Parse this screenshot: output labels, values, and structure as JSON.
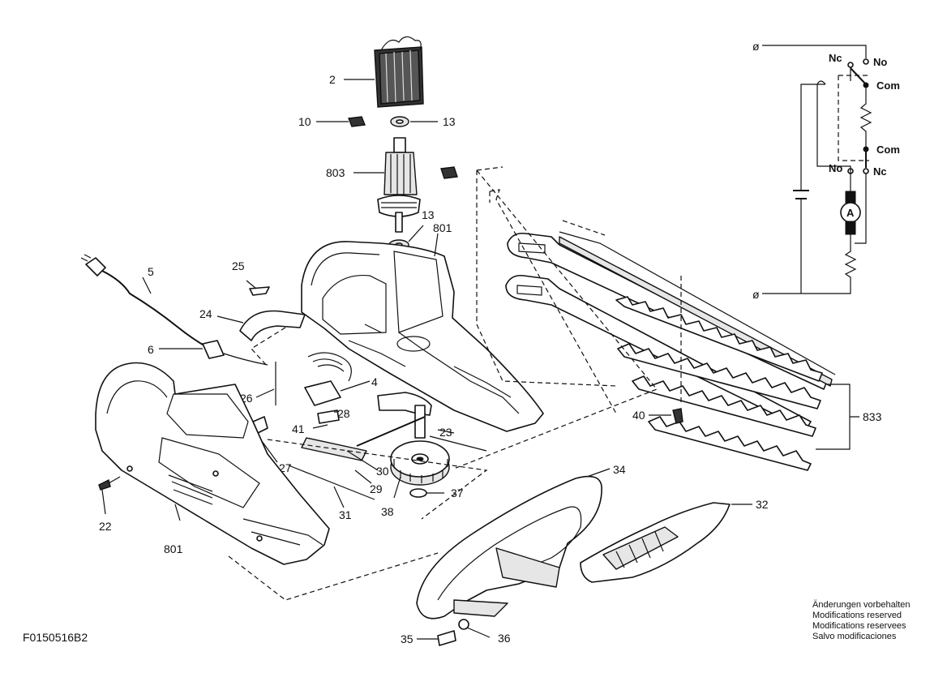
{
  "drawing_code": "F0150516B2",
  "notes": [
    "Änderungen vorbehalten",
    "Modifications reserved",
    "Modifications reservees",
    "Salvo modificaciones"
  ],
  "callouts": {
    "c2": "2",
    "c10": "10",
    "c13a": "13",
    "c13b": "13",
    "c803": "803",
    "c801a": "801",
    "c5": "5",
    "c25": "25",
    "c24": "24",
    "c6": "6",
    "c4": "4",
    "c26": "26",
    "c28": "28",
    "c41": "41",
    "c23": "23",
    "c27": "27",
    "c30": "30",
    "c29": "29",
    "c31": "31",
    "c22": "22",
    "c801b": "801",
    "c38": "38",
    "c37": "37",
    "c34": "34",
    "c32": "32",
    "c40": "40",
    "c833": "833",
    "c35": "35",
    "c36": "36"
  },
  "wiring": {
    "nc_top": "Nc",
    "no_top": "No",
    "com_top": "Com",
    "com_mid": "Com",
    "no_bottom": "No",
    "nc_bottom": "Nc",
    "motor": "A",
    "supply_top": "ø",
    "supply_bottom": "ø"
  }
}
